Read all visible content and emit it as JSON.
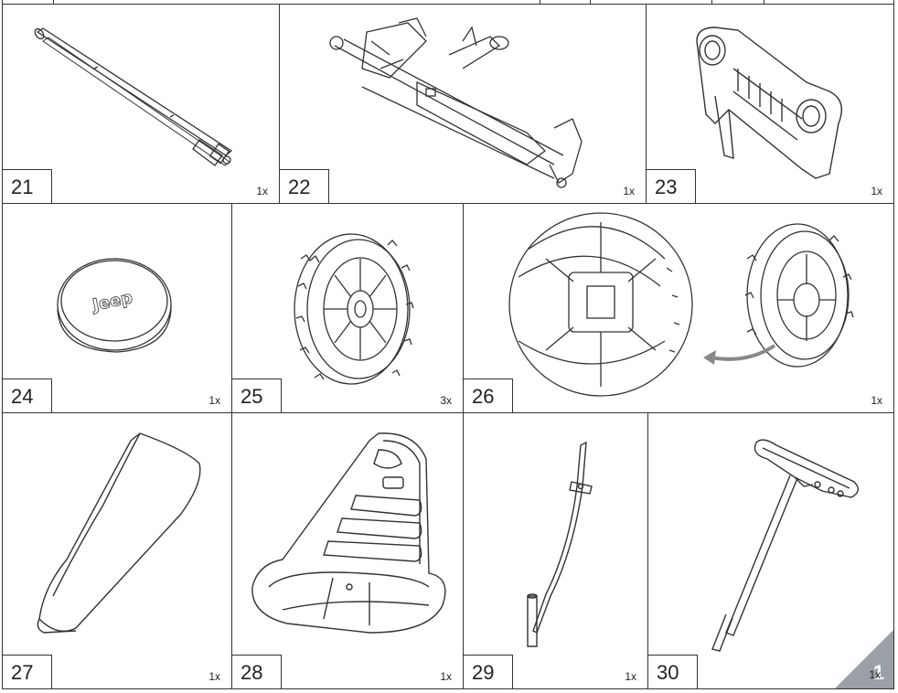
{
  "parts": [
    {
      "number": "21",
      "qty": "1x",
      "item": "steering-shaft"
    },
    {
      "number": "22",
      "qty": "1x",
      "item": "front-axle-frame"
    },
    {
      "number": "23",
      "qty": "1x",
      "item": "grille"
    },
    {
      "number": "24",
      "qty": "1x",
      "item": "jeep-hub-cap",
      "logo_text": "Jeep"
    },
    {
      "number": "25",
      "qty": "3x",
      "item": "wheel"
    },
    {
      "number": "26",
      "qty": "1x",
      "item": "wheel-detail"
    },
    {
      "number": "27",
      "qty": "1x",
      "item": "fender"
    },
    {
      "number": "28",
      "qty": "1x",
      "item": "seat"
    },
    {
      "number": "29",
      "qty": "1x",
      "item": "lever-rod"
    },
    {
      "number": "30",
      "qty": "",
      "item": "steering-wheel-column"
    }
  ],
  "page": {
    "number": "1",
    "corner_qty": "1x"
  },
  "colors": {
    "line": "#333333",
    "corner": "#9aa0a6"
  }
}
